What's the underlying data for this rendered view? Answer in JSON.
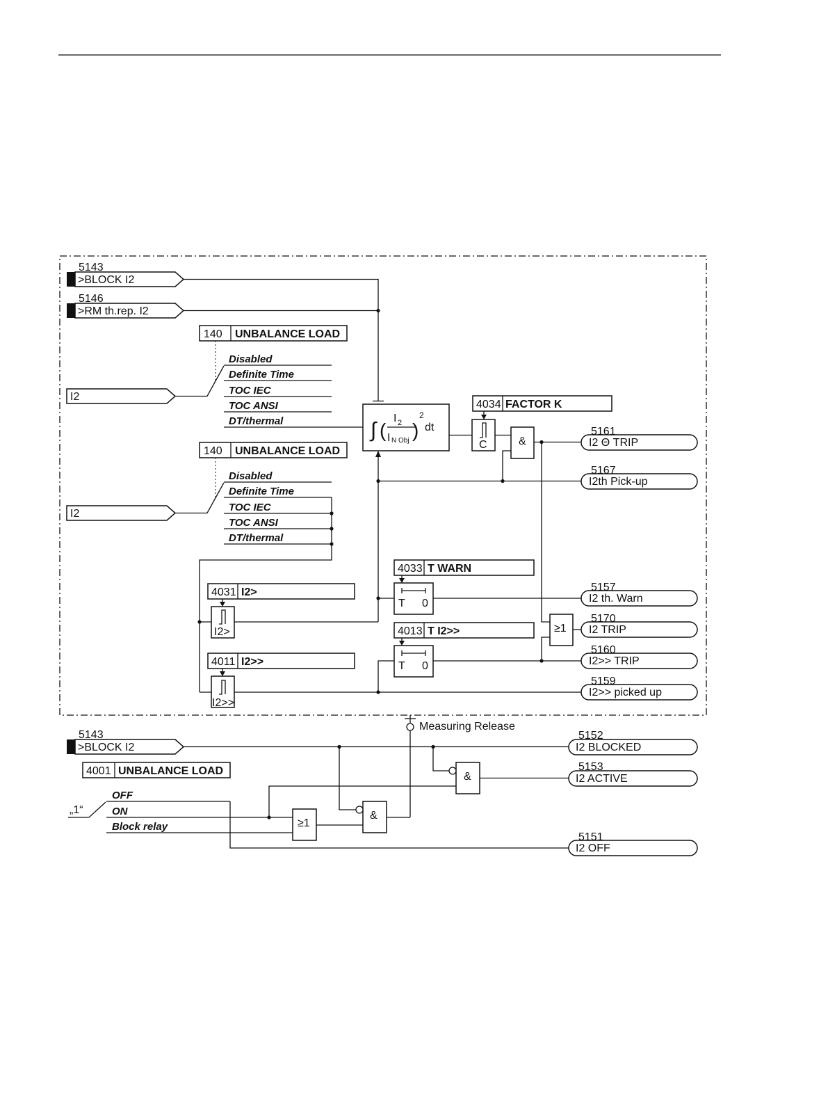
{
  "inputs": {
    "block_i2_top": {
      "number": "5143",
      "label": ">BLOCK I2"
    },
    "rm_threp": {
      "number": "5146",
      "label": ">RM th.rep. I2"
    },
    "i2_a": {
      "label": "I2"
    },
    "i2_b": {
      "label": "I2"
    },
    "block_i2_bottom": {
      "number": "5143",
      "label": ">BLOCK I2"
    },
    "const_one": {
      "label": "„1“"
    }
  },
  "params": {
    "p140a": {
      "number": "140",
      "label": "UNBALANCE LOAD"
    },
    "p140b": {
      "number": "140",
      "label": "UNBALANCE LOAD"
    },
    "p4034": {
      "number": "4034",
      "label": "FACTOR K"
    },
    "p4033": {
      "number": "4033",
      "label": "T WARN"
    },
    "p4031": {
      "number": "4031",
      "label": "I2>"
    },
    "p4013": {
      "number": "4013",
      "label": "T I2>>"
    },
    "p4011": {
      "number": "4011",
      "label": "I2>>"
    },
    "p4001": {
      "number": "4001",
      "label": "UNBALANCE LOAD"
    }
  },
  "options_a": [
    "Disabled",
    "Definite Time",
    "TOC IEC",
    "TOC ANSI",
    "DT/thermal"
  ],
  "options_b": [
    "Disabled",
    "Definite Time",
    "TOC IEC",
    "TOC ANSI",
    "DT/thermal"
  ],
  "options_c": [
    "OFF",
    "ON",
    "Block relay"
  ],
  "blocks": {
    "integral": {
      "num": "I",
      "num_sub": "2",
      "den": "I",
      "den_sub": "N Obj",
      "exp": "2",
      "dt": "dt"
    },
    "thresh_c": "C",
    "thresh_i2": "I2>",
    "thresh_i2hh": "I2>>",
    "timer_t": "T",
    "timer_zero": "0",
    "and": "&",
    "or": "≥1"
  },
  "measuring_release": "Measuring Release",
  "outputs": [
    {
      "number": "5161",
      "label": "I2 Θ TRIP"
    },
    {
      "number": "5167",
      "label": "I2th Pick-up"
    },
    {
      "number": "5157",
      "label": "I2 th. Warn"
    },
    {
      "number": "5170",
      "label": "I2 TRIP"
    },
    {
      "number": "5160",
      "label": "I2>> TRIP"
    },
    {
      "number": "5159",
      "label": "I2>> picked up"
    },
    {
      "number": "5152",
      "label": "I2 BLOCKED"
    },
    {
      "number": "5153",
      "label": "I2 ACTIVE"
    },
    {
      "number": "5151",
      "label": "I2 OFF"
    }
  ]
}
